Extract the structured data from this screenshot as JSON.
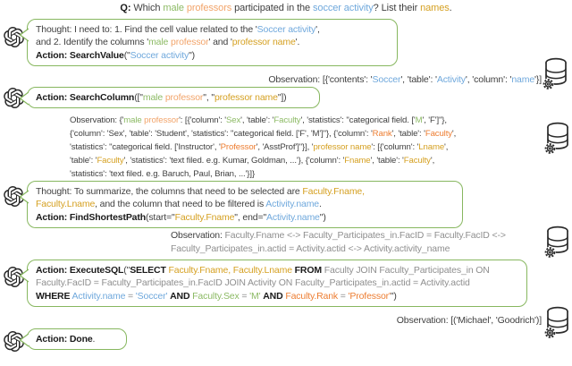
{
  "palette": {
    "green": "#8cba64",
    "light_orange": "#f2a46a",
    "orange": "#ed7d31",
    "blue": "#6fa8dc",
    "gold": "#d5a021",
    "gray": "#8f8f8f",
    "dark": "#3f3f3f",
    "border_green": "#87b75f",
    "icon_ink": "#2b2b2b"
  },
  "icons": {
    "agent": "openai-logo",
    "observer": "database-with-gear"
  },
  "question": {
    "lines": [
      [
        {
          "t": "Q:",
          "b": true
        },
        {
          "t": " Which "
        },
        {
          "t": "male",
          "c": "green"
        },
        {
          "t": " "
        },
        {
          "t": "professors",
          "c": "light_orange"
        },
        {
          "t": " participated in the "
        },
        {
          "t": "soccer activity",
          "c": "blue"
        },
        {
          "t": "? List their "
        },
        {
          "t": "names",
          "c": "gold"
        },
        {
          "t": "."
        }
      ]
    ]
  },
  "turns": [
    {
      "speaker": "agent",
      "lines": [
        [
          {
            "t": "Thought: I need to: 1. Find the cell value related to the '"
          },
          {
            "t": "Soccer activity",
            "c": "blue"
          },
          {
            "t": "',"
          }
        ],
        [
          {
            "t": "and 2. Identify the columns '"
          },
          {
            "t": "male",
            "c": "green"
          },
          {
            "t": " "
          },
          {
            "t": "professor",
            "c": "light_orange"
          },
          {
            "t": "' and '"
          },
          {
            "t": "professor name",
            "c": "gold"
          },
          {
            "t": "'."
          }
        ],
        [
          {
            "t": "Action: SearchValue",
            "b": true
          },
          {
            "t": "(\""
          },
          {
            "t": "Soccer activity",
            "c": "blue"
          },
          {
            "t": "\")"
          }
        ]
      ]
    },
    {
      "speaker": "database",
      "lines": [
        [
          {
            "t": "Observation: [{'contents': '"
          },
          {
            "t": "Soccer",
            "c": "blue"
          },
          {
            "t": "', 'table': '"
          },
          {
            "t": "Activity",
            "c": "blue"
          },
          {
            "t": "', 'column': '"
          },
          {
            "t": "name",
            "c": "blue"
          },
          {
            "t": "'}]"
          }
        ]
      ]
    },
    {
      "speaker": "agent",
      "lines": [
        [
          {
            "t": "Action: SearchColumn",
            "b": true
          },
          {
            "t": "([\""
          },
          {
            "t": "male",
            "c": "green"
          },
          {
            "t": " "
          },
          {
            "t": "professor",
            "c": "light_orange"
          },
          {
            "t": "\", \""
          },
          {
            "t": "professor name",
            "c": "gold"
          },
          {
            "t": "\"])"
          }
        ]
      ]
    },
    {
      "speaker": "database",
      "lines": [
        [
          {
            "t": "Observation: {'"
          },
          {
            "t": "male",
            "c": "green"
          },
          {
            "t": " "
          },
          {
            "t": "professor",
            "c": "light_orange"
          },
          {
            "t": "': [{'column': '"
          },
          {
            "t": "Sex",
            "c": "green"
          },
          {
            "t": "', 'table': '"
          },
          {
            "t": "Faculty",
            "c": "green"
          },
          {
            "t": "', 'statistics': \"categorical field. ['"
          },
          {
            "t": "M",
            "c": "green"
          },
          {
            "t": "', 'F']\"},"
          }
        ],
        [
          {
            "t": "{'column': 'Sex', 'table': 'Student', 'statistics': \"categorical field. ['F', 'M']\"}, {'column': '"
          },
          {
            "t": "Rank",
            "c": "orange"
          },
          {
            "t": "', 'table': '"
          },
          {
            "t": "Faculty",
            "c": "orange"
          },
          {
            "t": "',"
          }
        ],
        [
          {
            "t": "'statistics': \"categorical field. ['Instructor', '"
          },
          {
            "t": "Professor",
            "c": "orange"
          },
          {
            "t": "', 'AsstProf']\"}], '"
          },
          {
            "t": "professor name",
            "c": "gold"
          },
          {
            "t": "': [{'column': '"
          },
          {
            "t": "Lname",
            "c": "gold"
          },
          {
            "t": "',"
          }
        ],
        [
          {
            "t": "'table': '"
          },
          {
            "t": "Faculty",
            "c": "gold"
          },
          {
            "t": "', 'statistics': 'text filed. e.g. Kumar, Goldman, ...'}, {'column': '"
          },
          {
            "t": "Fname",
            "c": "gold"
          },
          {
            "t": "', 'table': '"
          },
          {
            "t": "Faculty",
            "c": "gold"
          },
          {
            "t": "',"
          }
        ],
        [
          {
            "t": "'statistics': 'text filed. e.g. Baruch, Paul, Brian, ...'}]}"
          }
        ]
      ]
    },
    {
      "speaker": "agent",
      "lines": [
        [
          {
            "t": "Thought: To summarize, the columns that need to be selected are "
          },
          {
            "t": "Faculty.Fname,",
            "c": "gold"
          }
        ],
        [
          {
            "t": "Faculty.Lname",
            "c": "gold"
          },
          {
            "t": ", and the column that need to be filtered is "
          },
          {
            "t": "Activity.name",
            "c": "blue"
          },
          {
            "t": "."
          }
        ],
        [
          {
            "t": "Action: FindShortestPath",
            "b": true
          },
          {
            "t": "(start=\""
          },
          {
            "t": "Faculty.Fname",
            "c": "gold"
          },
          {
            "t": "\", end=\""
          },
          {
            "t": "Activity.name",
            "c": "blue"
          },
          {
            "t": "\")"
          }
        ]
      ]
    },
    {
      "speaker": "database",
      "lines": [
        [
          {
            "t": "Observation:",
            "c": "dark"
          },
          {
            "t": " Faculty.Fname <-> Faculty_Participates_in.FacID = Faculty.FacID <->",
            "c": "gray"
          }
        ],
        [
          {
            "t": "Faculty_Participates_in.actid = Activity.actid <-> Activity.activity_name",
            "c": "gray"
          }
        ]
      ]
    },
    {
      "speaker": "agent",
      "lines": [
        [
          {
            "t": "Action: ExecuteSQL",
            "b": true
          },
          {
            "t": "(\""
          },
          {
            "t": "SELECT",
            "b": true
          },
          {
            "t": " "
          },
          {
            "t": "Faculty.Fname, Faculty.Lname",
            "c": "gold"
          },
          {
            "t": " "
          },
          {
            "t": "FROM",
            "b": true
          },
          {
            "t": " "
          },
          {
            "t": "Faculty JOIN Faculty_Participates_in ON",
            "c": "gray"
          }
        ],
        [
          {
            "t": "Faculty.FacID = Faculty_Participates_in.FacID JOIN Activity ON Faculty_Participates_in.actid = Activity.actid",
            "c": "gray"
          }
        ],
        [
          {
            "t": "WHERE",
            "b": true
          },
          {
            "t": " "
          },
          {
            "t": "Activity.name",
            "c": "blue"
          },
          {
            "t": " = ",
            "c": "gray"
          },
          {
            "t": "'Soccer'",
            "c": "blue"
          },
          {
            "t": " "
          },
          {
            "t": "AND",
            "b": true
          },
          {
            "t": " "
          },
          {
            "t": "Faculty.Sex",
            "c": "green"
          },
          {
            "t": " = ",
            "c": "gray"
          },
          {
            "t": "'M'",
            "c": "green"
          },
          {
            "t": " "
          },
          {
            "t": "AND",
            "b": true
          },
          {
            "t": " "
          },
          {
            "t": "Faculty.Rank",
            "c": "orange"
          },
          {
            "t": " = ",
            "c": "gray"
          },
          {
            "t": "'Professor'",
            "c": "orange"
          },
          {
            "t": "\")"
          }
        ]
      ]
    },
    {
      "speaker": "database",
      "lines": [
        [
          {
            "t": "Observation: [('Michael', 'Goodrich')]"
          }
        ]
      ]
    },
    {
      "speaker": "agent",
      "lines": [
        [
          {
            "t": "Action: Done",
            "b": true
          },
          {
            "t": "."
          }
        ]
      ]
    }
  ]
}
